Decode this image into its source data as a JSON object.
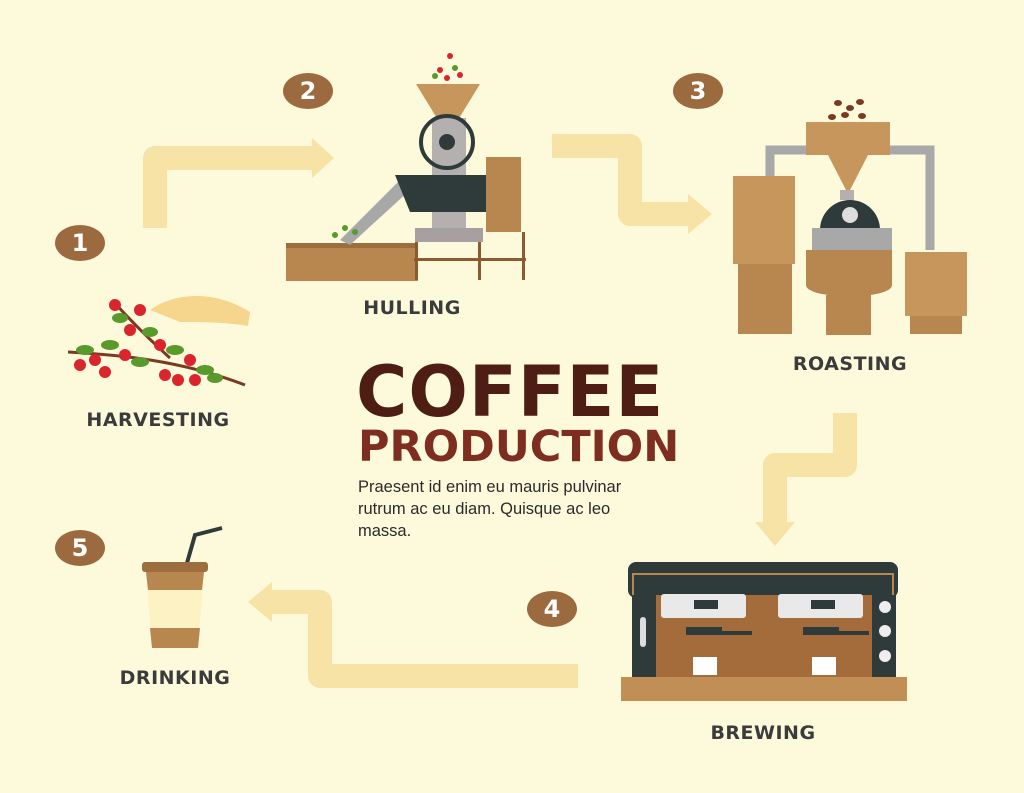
{
  "title": {
    "line1": "COFFEE",
    "line2": "PRODUCTION"
  },
  "description": "Praesent id enim eu mauris pulvinar rutrum ac eu diam. Quisque ac leo massa.",
  "steps": [
    {
      "number": "1",
      "label": "HARVESTING",
      "icon": "coffee-branch-hand-icon"
    },
    {
      "number": "2",
      "label": "HULLING",
      "icon": "hulling-machine-icon"
    },
    {
      "number": "3",
      "label": "ROASTING",
      "icon": "roaster-icon"
    },
    {
      "number": "4",
      "label": "BREWING",
      "icon": "espresso-machine-icon"
    },
    {
      "number": "5",
      "label": "DRINKING",
      "icon": "coffee-cup-icon"
    }
  ],
  "colors": {
    "background": "#fdfadc",
    "arrow": "#f7e3a6",
    "badge": "#9b6a3f",
    "title_dark": "#4e1d14",
    "title_red": "#7d2e20",
    "wood": "#b8864f"
  }
}
